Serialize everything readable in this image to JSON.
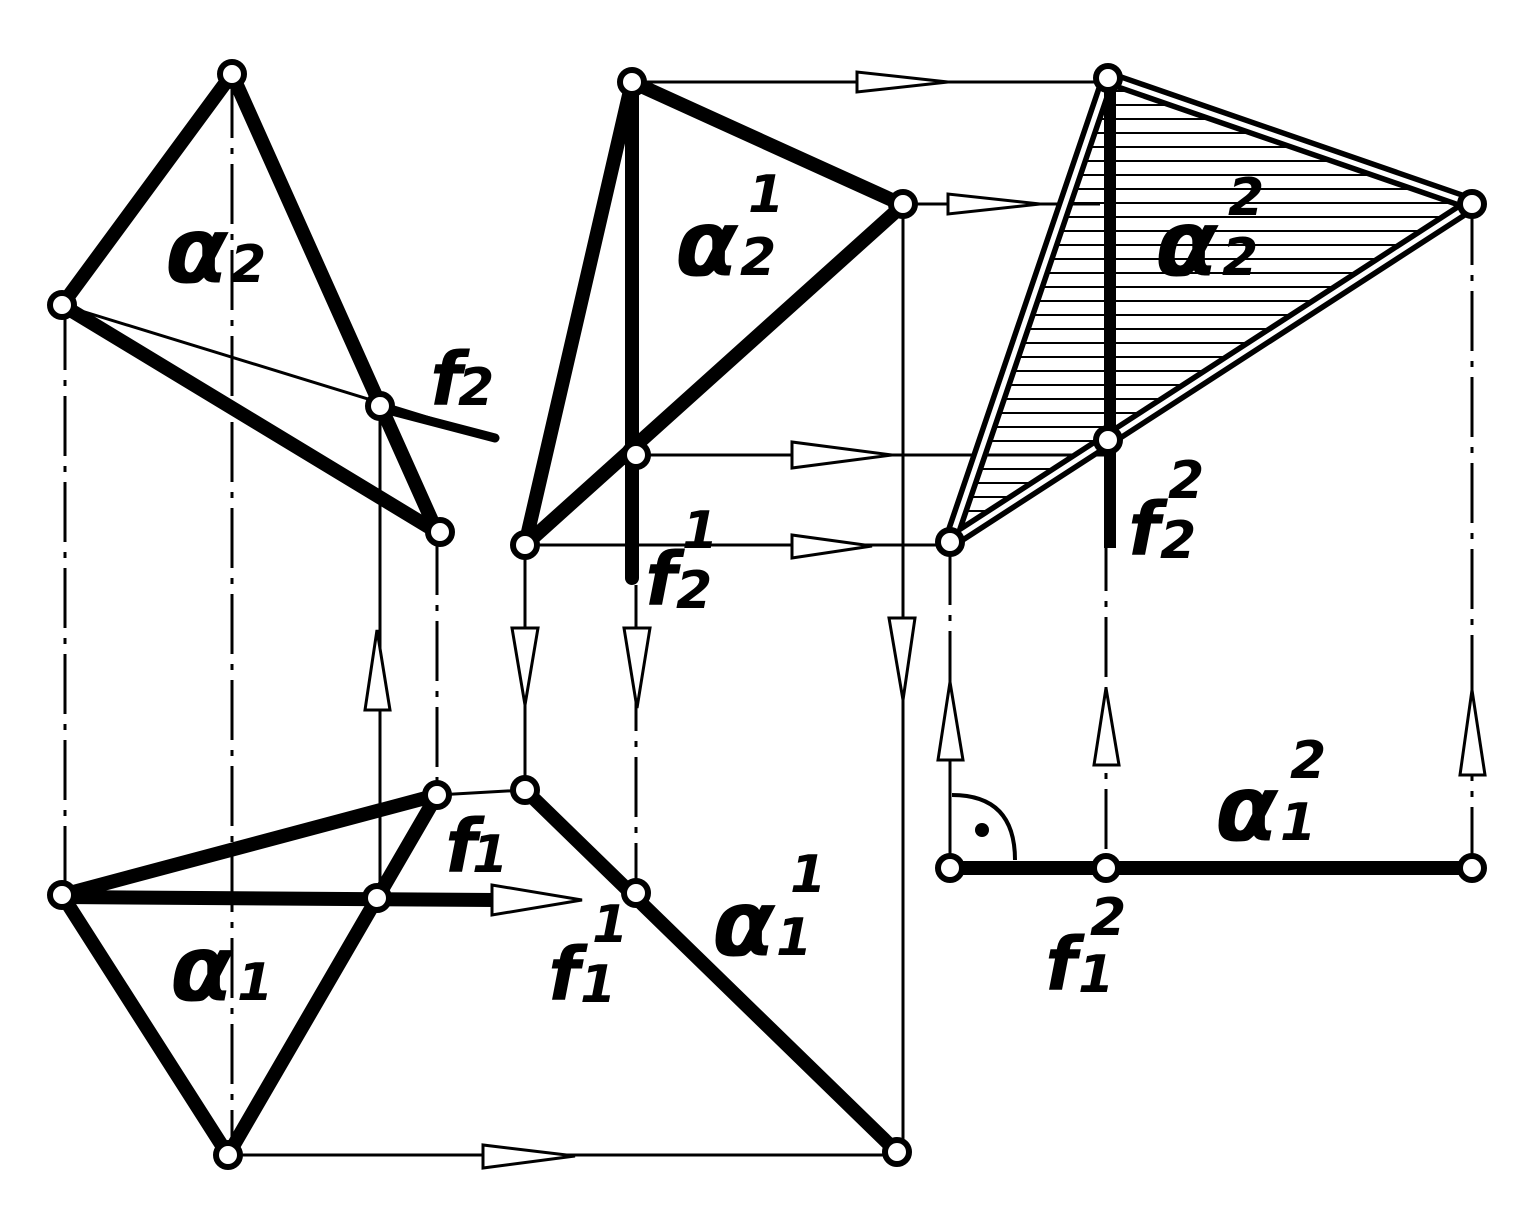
{
  "labels": {
    "alpha2": {
      "base": "α",
      "sub": "2",
      "sup": ""
    },
    "f2": {
      "base": "f",
      "sub": "2",
      "sup": ""
    },
    "alpha2_1": {
      "base": "α",
      "sub": "2",
      "sup": "1"
    },
    "alpha2_2": {
      "base": "α",
      "sub": "2",
      "sup": "2"
    },
    "f2_1": {
      "base": "f",
      "sub": "2",
      "sup": "1"
    },
    "f2_2": {
      "base": "f",
      "sub": "2",
      "sup": "2"
    },
    "f1": {
      "base": "f",
      "sub": "1",
      "sup": ""
    },
    "alpha1": {
      "base": "α",
      "sub": "1",
      "sup": ""
    },
    "f1_1": {
      "base": "f",
      "sub": "1",
      "sup": "1"
    },
    "alpha1_1": {
      "base": "α",
      "sub": "1",
      "sup": "1"
    },
    "alpha1_2": {
      "base": "α",
      "sub": "1",
      "sup": "2"
    },
    "f1_2": {
      "base": "f",
      "sub": "1",
      "sup": "2"
    }
  },
  "colors": {
    "ink": "#000000",
    "paper": "#ffffff"
  },
  "right_angle_mark": "right-angle-dot"
}
